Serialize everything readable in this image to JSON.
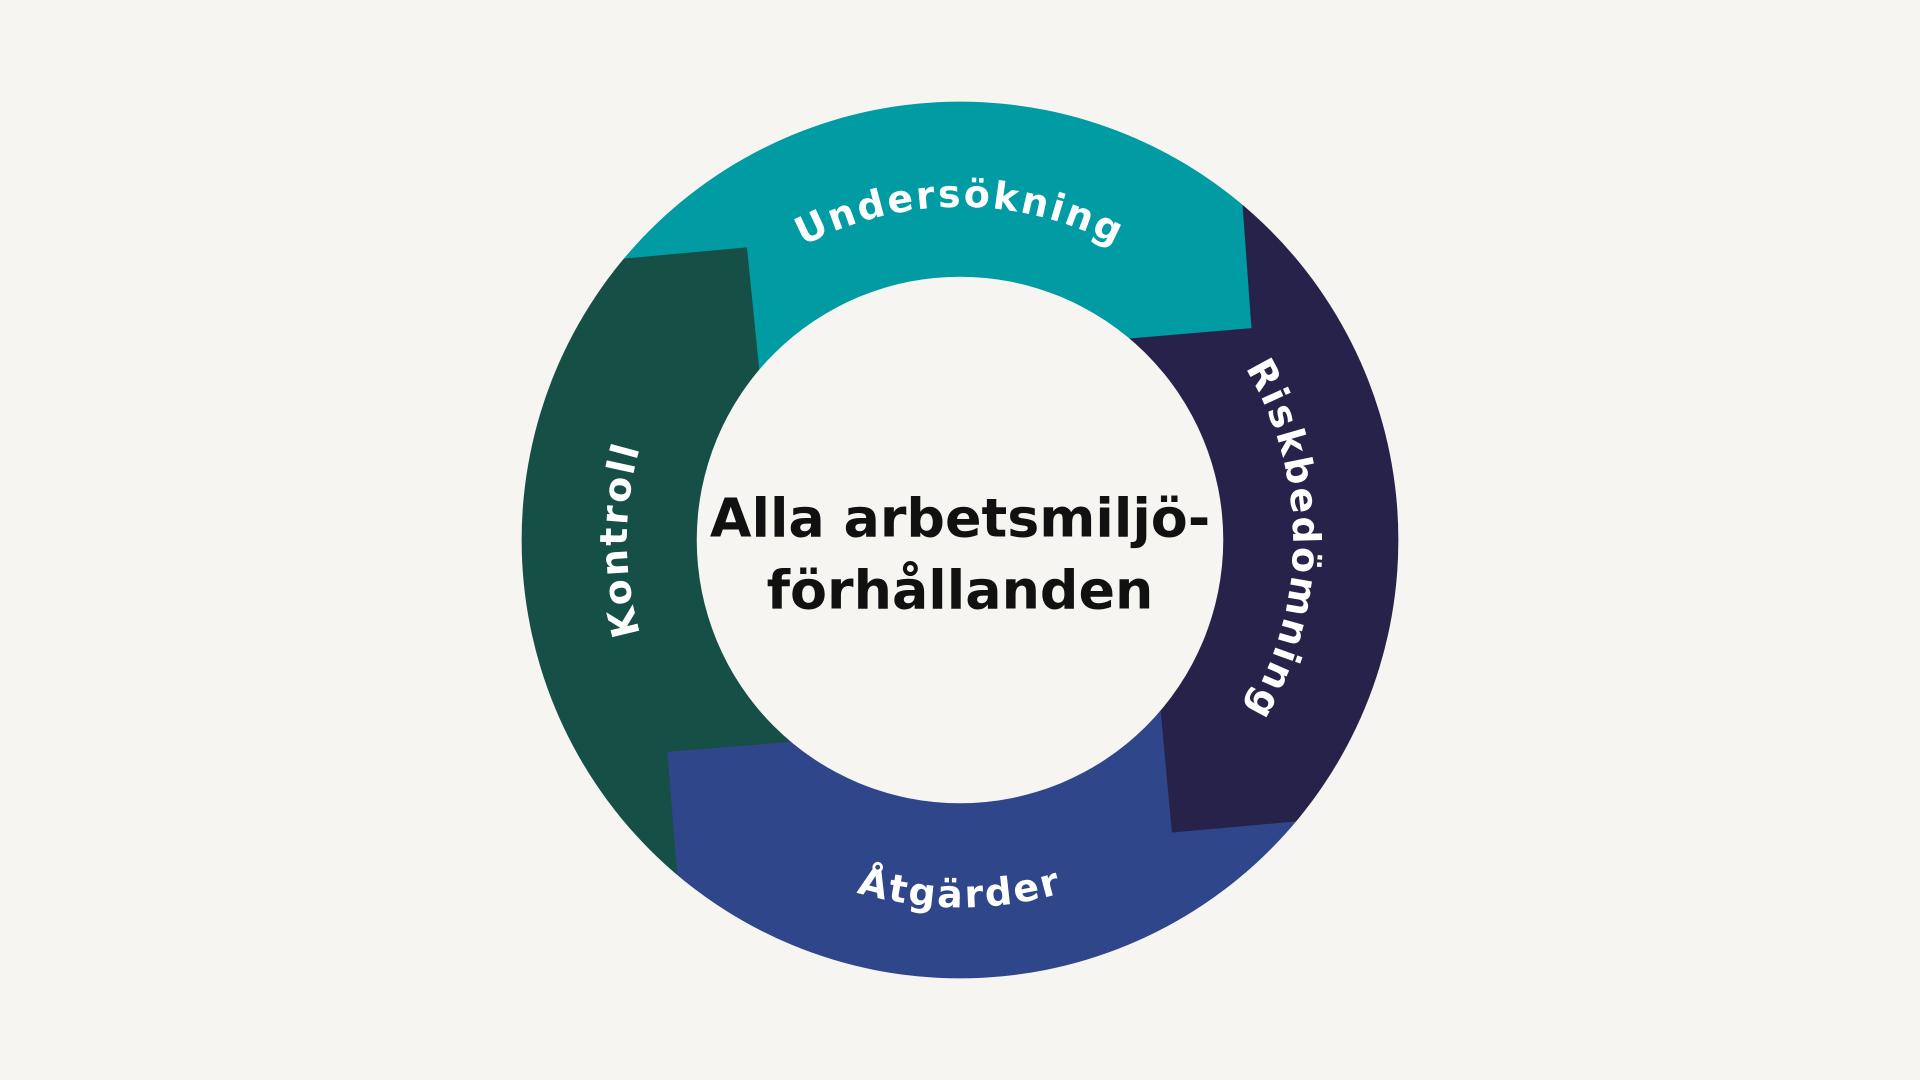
{
  "diagram": {
    "center_title_line1": "Alla arbetsmiljö-",
    "center_title_line2": "förhållanden",
    "segments": [
      {
        "label": "Undersökning",
        "color": "#009ba3"
      },
      {
        "label": "Riskbedömning",
        "color": "#27224a"
      },
      {
        "label": "Åtgärder",
        "color": "#2f478a"
      },
      {
        "label": "Kontroll",
        "color": "#154f45"
      }
    ],
    "background": "#f6f5f1"
  }
}
